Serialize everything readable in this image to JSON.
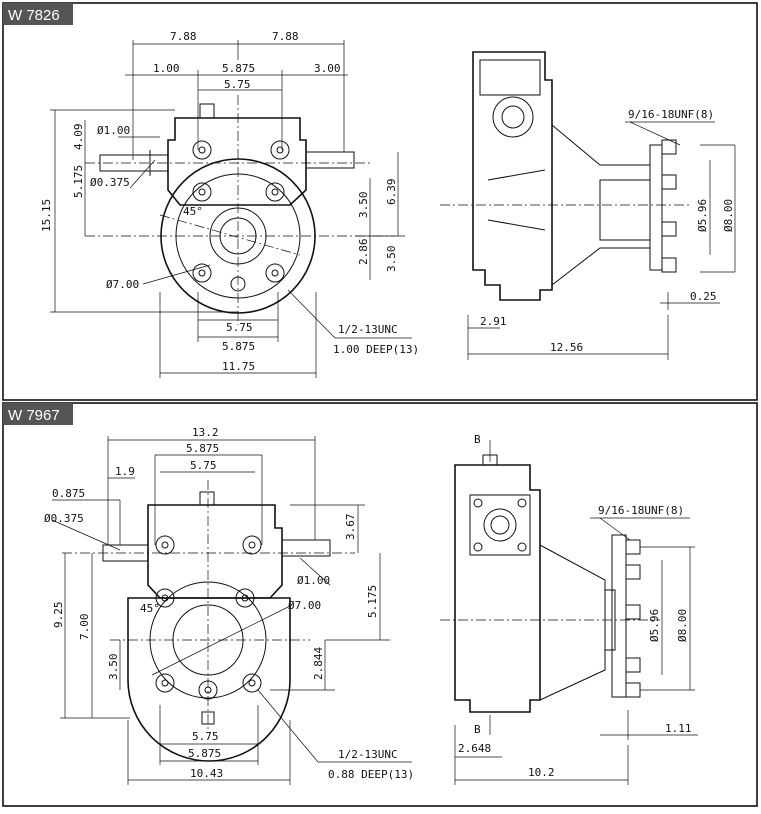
{
  "panels": [
    {
      "model": "W 7826",
      "front_dims": {
        "top_total_left": "7.88",
        "top_total_right": "7.88",
        "left_offset": "1.00",
        "bolt_span_outer": "5.875",
        "right_offset": "3.00",
        "bolt_span_inner": "5.75",
        "shaft_dia": "Ø1.00",
        "key_dia": "Ø0.375",
        "height_409": "4.09",
        "height_5175": "5.175",
        "height_1515": "15.15",
        "right_639": "6.39",
        "right_350a": "3.50",
        "right_286": "2.86",
        "right_350b": "3.50",
        "angle": "45°",
        "pilot_dia": "Ø7.00",
        "bottom_575": "5.75",
        "bottom_5875": "5.875",
        "bottom_1175": "11.75",
        "thread_note_1": "1/2-13UNC",
        "thread_note_2": "1.00 DEEP(13)"
      },
      "side_dims": {
        "thread": "9/16-18UNF(8)",
        "dia_596": "Ø5.96",
        "dia_800": "Ø8.00",
        "offset_025": "0.25",
        "offset_291": "2.91",
        "length": "12.56"
      }
    },
    {
      "model": "W 7967",
      "front_dims": {
        "top_total": "13.2",
        "left_19": "1.9",
        "bolt_span_outer": "5.875",
        "bolt_span_inner": "5.75",
        "left_0875": "0.875",
        "key_dia": "Ø0.375",
        "right_367": "3.67",
        "shaft_dia": "Ø1.00",
        "height_925": "9.25",
        "angle": "45°",
        "pilot_dia": "Ø7.00",
        "height_700": "7.00",
        "right_5175": "5.175",
        "left_350": "3.50",
        "right_2844": "2.844",
        "bottom_575": "5.75",
        "bottom_5875": "5.875",
        "bottom_1043": "10.43",
        "thread_note_1": "1/2-13UNC",
        "thread_note_2": "0.88 DEEP(13)"
      },
      "side_dims": {
        "section_mark": "B",
        "thread": "9/16-18UNF(8)",
        "dia_596": "Ø5.96",
        "dia_800": "Ø8.00",
        "offset_111": "1.11",
        "offset_2648": "2.648",
        "length": "10.2"
      }
    }
  ]
}
